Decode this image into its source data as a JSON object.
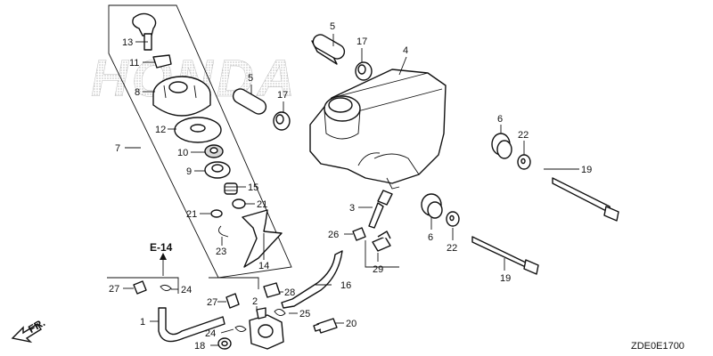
{
  "watermark": "HONDA",
  "diagram_code": "ZDE0E1700",
  "callout": "E-14",
  "direction": "FR.",
  "labels": {
    "l1": "1",
    "l2": "2",
    "l3": "3",
    "l4": "4",
    "l5a": "5",
    "l5b": "5",
    "l6a": "6",
    "l6b": "6",
    "l7": "7",
    "l8": "8",
    "l9": "9",
    "l10": "10",
    "l11": "11",
    "l12": "12",
    "l13": "13",
    "l14": "14",
    "l15": "15",
    "l16": "16",
    "l17a": "17",
    "l17b": "17",
    "l18": "18",
    "l19a": "19",
    "l19b": "19",
    "l20": "20",
    "l21a": "21",
    "l21b": "21",
    "l22a": "22",
    "l22b": "22",
    "l23": "23",
    "l24a": "24",
    "l24b": "24",
    "l25": "25",
    "l26": "26",
    "l27a": "27",
    "l27b": "27",
    "l28": "28",
    "l29": "29"
  }
}
